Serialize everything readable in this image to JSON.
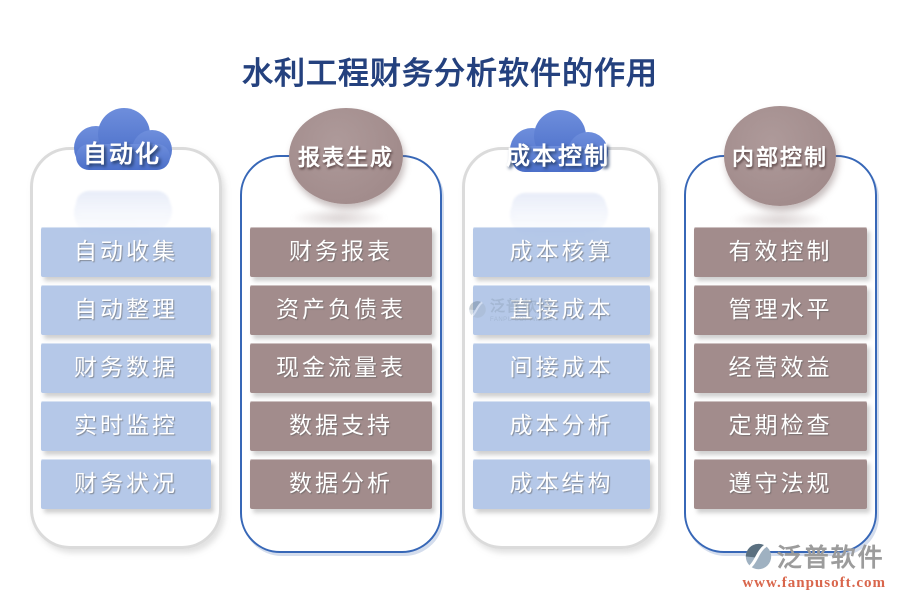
{
  "title": "水利工程财务分析软件的作用",
  "columns": [
    {
      "header": "自动化",
      "header_shape": "cloud",
      "theme": "blue",
      "items": [
        "自动收集",
        "自动整理",
        "财务数据",
        "实时监控",
        "财务状况"
      ]
    },
    {
      "header": "报表生成",
      "header_shape": "ellipse",
      "theme": "mauve",
      "items": [
        "财务报表",
        "资产负债表",
        "现金流量表",
        "数据支持",
        "数据分析"
      ]
    },
    {
      "header": "成本控制",
      "header_shape": "cloud",
      "theme": "blue",
      "items": [
        "成本核算",
        "直接成本",
        "间接成本",
        "成本分析",
        "成本结构"
      ]
    },
    {
      "header": "内部控制",
      "header_shape": "ellipse",
      "theme": "mauve",
      "items": [
        "有效控制",
        "管理水平",
        "经营效益",
        "定期检查",
        "遵守法规"
      ]
    }
  ],
  "watermark": {
    "brand": "泛普软件",
    "sub": "FANPU SOFTWARE"
  },
  "logo": {
    "brand": "泛普软件",
    "url": "www.fanpusoft.com"
  },
  "colors": {
    "title": "#24417E",
    "cloud_blue": "#5479CE",
    "item_blue": "#B5C8E8",
    "mauve": "#A28C8C",
    "frame_blue_border": "#3767B7",
    "frame_gray_border": "#DBDBDB",
    "logo_gray": "#9C9C9C",
    "logo_url_orange": "#D9664C"
  }
}
